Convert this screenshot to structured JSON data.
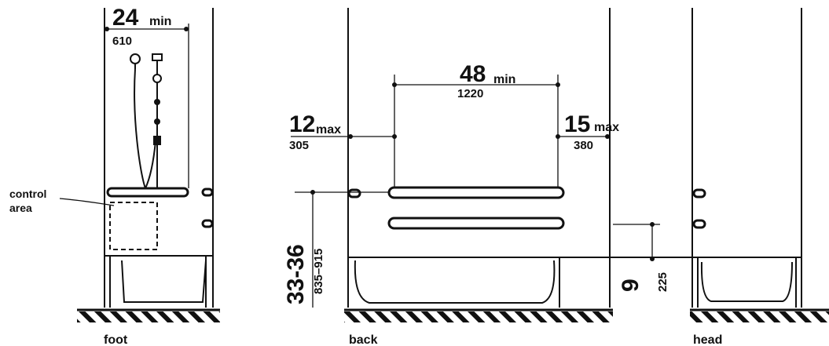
{
  "views": {
    "foot": {
      "caption": "foot",
      "width_big": "24",
      "width_unit": "min",
      "width_metric": "610",
      "control_label_line1": "control",
      "control_label_line2": "area"
    },
    "back": {
      "caption": "back",
      "bar_width_big": "48",
      "bar_width_unit": "min",
      "bar_width_metric": "1220",
      "left_offset_big": "12",
      "left_offset_unit": "max",
      "left_offset_metric": "305",
      "right_offset_big": "15",
      "right_offset_unit": "max",
      "right_offset_metric": "380",
      "height_big": "33-36",
      "height_metric": "835–915",
      "rim_big": "9",
      "rim_metric": "225"
    },
    "head": {
      "caption": "head"
    }
  },
  "colors": {
    "ink": "#111111",
    "paper": "#ffffff"
  }
}
